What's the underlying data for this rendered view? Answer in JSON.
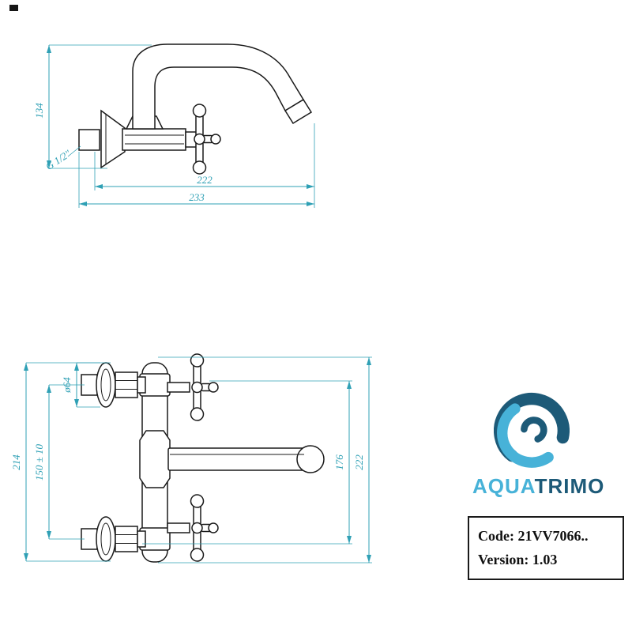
{
  "top_view": {
    "dims": {
      "height": "134",
      "thread": "G 1/2\"",
      "spout_reach": "222",
      "total_reach": "233"
    }
  },
  "front_view": {
    "dims": {
      "total_height": "214",
      "flange_diameter": "ø64",
      "mount_centers": "150 ± 10",
      "inner_height": "176",
      "overall_height": "222"
    }
  },
  "brand": {
    "part1": "AQUA",
    "part2": "TRIMO"
  },
  "info_box": {
    "code_label": "Code:",
    "code_value": "21VV7066..",
    "version_label": "Version:",
    "version_value": "1.03"
  },
  "colors": {
    "dimension": "#2fa0b5",
    "drawing": "#1a1a1a",
    "logo_dark": "#1d5a78",
    "logo_light": "#47b2d8"
  }
}
